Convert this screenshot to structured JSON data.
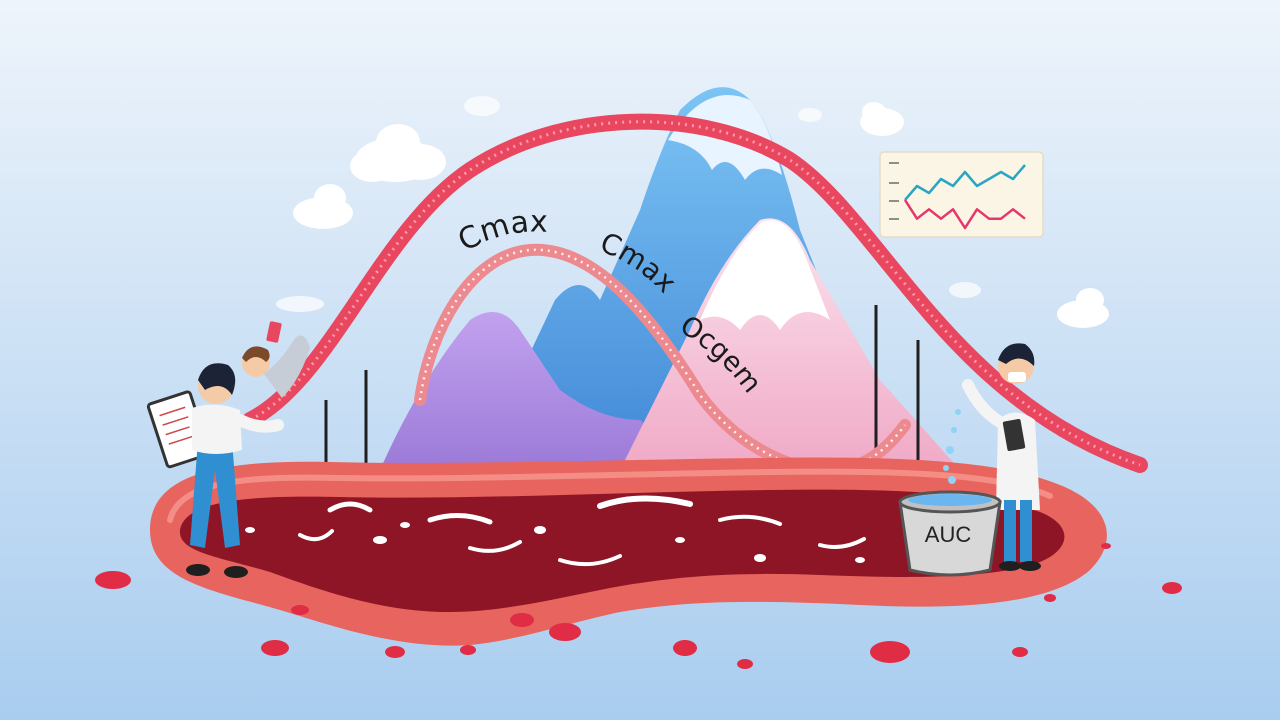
{
  "labels": {
    "cmax_outer": "Cmax",
    "cmax_inner": "Cmax",
    "inner_third": "Ocgem",
    "bucket": "AUC"
  },
  "colors": {
    "sky_top": "#e9f1fa",
    "sky_bottom": "#a9cdef",
    "outer_curve": "#e8475f",
    "inner_curve": "#ec8a90",
    "vessel": "#e8645f",
    "blood": "#8d1526",
    "mountain_blue": "#5fa8e6",
    "mountain_purple": "#a98ae0",
    "mountain_pink": "#f4b6cf",
    "lab_coat": "#f4f4f4",
    "pants_blue": "#2f8fd0"
  },
  "mini_chart": {
    "type": "line",
    "series": [
      {
        "values": [
          3,
          5,
          4,
          6,
          5,
          7,
          5,
          6,
          7,
          6,
          8
        ]
      },
      {
        "values": [
          4,
          2,
          3,
          2,
          3,
          1,
          3,
          2,
          2,
          3,
          2
        ]
      }
    ]
  }
}
